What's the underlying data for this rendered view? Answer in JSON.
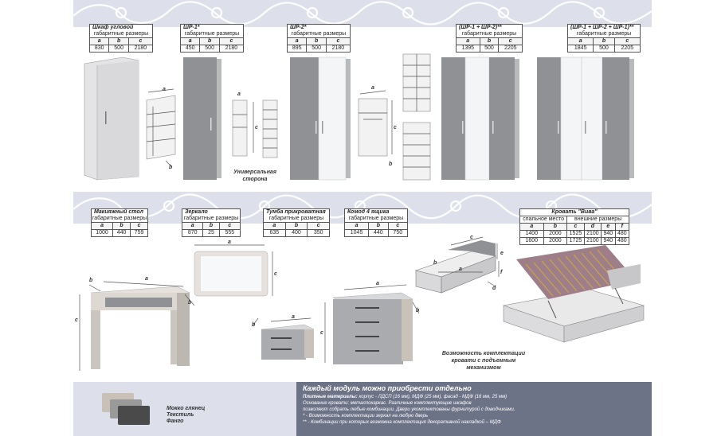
{
  "products_top": [
    {
      "name": "Шкаф угловой",
      "caption": "габаритные размеры",
      "headers": [
        "a",
        "b",
        "c"
      ],
      "values": [
        "830",
        "500",
        "2180"
      ]
    },
    {
      "name": "ШР-1*",
      "caption": "габаритные размеры",
      "headers": [
        "a",
        "b",
        "c"
      ],
      "values": [
        "450",
        "500",
        "2180"
      ]
    },
    {
      "name": "ШР-2*",
      "caption": "габаритные размеры",
      "headers": [
        "a",
        "b",
        "c"
      ],
      "values": [
        "895",
        "500",
        "2180"
      ]
    },
    {
      "name": "(ШР-1 + ШР-2)**",
      "caption": "габаритные размеры",
      "headers": [
        "a",
        "b",
        "c"
      ],
      "values": [
        "1395",
        "500",
        "2205"
      ]
    },
    {
      "name": "(ШР-1 + ШР-2 + ШР-1)**",
      "caption": "габаритные размеры",
      "headers": [
        "a",
        "b",
        "c"
      ],
      "values": [
        "1845",
        "500",
        "2205"
      ]
    }
  ],
  "products_mid": [
    {
      "name": "Макияжный стол",
      "caption": "габаритные размеры",
      "headers": [
        "a",
        "b",
        "c"
      ],
      "values": [
        "1000",
        "440",
        "759"
      ]
    },
    {
      "name": "Зеркало",
      "caption": "габаритные размеры",
      "headers": [
        "a",
        "b",
        "c"
      ],
      "values": [
        "870",
        "25",
        "555"
      ]
    },
    {
      "name": "Тумба прикроватная",
      "caption": "габаритные размеры",
      "headers": [
        "a",
        "b",
        "c"
      ],
      "values": [
        "635",
        "400",
        "350"
      ]
    },
    {
      "name": "Комод 4 ящика",
      "caption": "габаритные размеры",
      "headers": [
        "a",
        "b",
        "c"
      ],
      "values": [
        "1045",
        "440",
        "750"
      ]
    }
  ],
  "bed": {
    "name": "Кровать \"Вива\"",
    "caption_left": "спальное место",
    "caption_right": "внешние размеры",
    "headers": [
      "a",
      "b",
      "c",
      "d",
      "e",
      "f"
    ],
    "rows": [
      [
        "1400",
        "2000",
        "1525",
        "2100",
        "940",
        "480"
      ],
      [
        "1600",
        "2000",
        "1725",
        "2100",
        "940",
        "480"
      ]
    ]
  },
  "notes": {
    "universal": "Универсальная сторона",
    "bed_option": "Возможность комплектации кровати с подъемным механизмом"
  },
  "dims": {
    "a": "a",
    "b": "b",
    "c": "c",
    "d": "d",
    "e": "e",
    "f": "f"
  },
  "footer": {
    "headline": "Каждый модуль можно приобрести отдельно",
    "materials_label": "Плитные материалы:",
    "materials_text": "корпус - ЛДСП (16 мм), МДФ (25 мм), фасад - МДФ (16 мм, 25 мм)",
    "line2": "Основание кровати: металлокаркас. Различные комплектующие шкафов",
    "line3": "позволяют собрать любые комбинации. Двери укомплектованы фурнитурой с доводчиками.",
    "line4": "* - Возможность комплектации зеркал на любую дверь",
    "line5": "** - Комбинации при которых возможна комплектация декоративной накладкой – МДФ",
    "finishes": [
      "Мокко глянец",
      "Текстиль",
      "Фанго"
    ]
  },
  "colors": {
    "mocha": "#c9c1b8",
    "textile": "#9a9a9a",
    "fango": "#4a4a4a",
    "facade_grey": "#8f9194",
    "body_light": "#e4e4e6",
    "ornament_bg": "#dde0ea",
    "footer_strip": "#6d7387"
  }
}
